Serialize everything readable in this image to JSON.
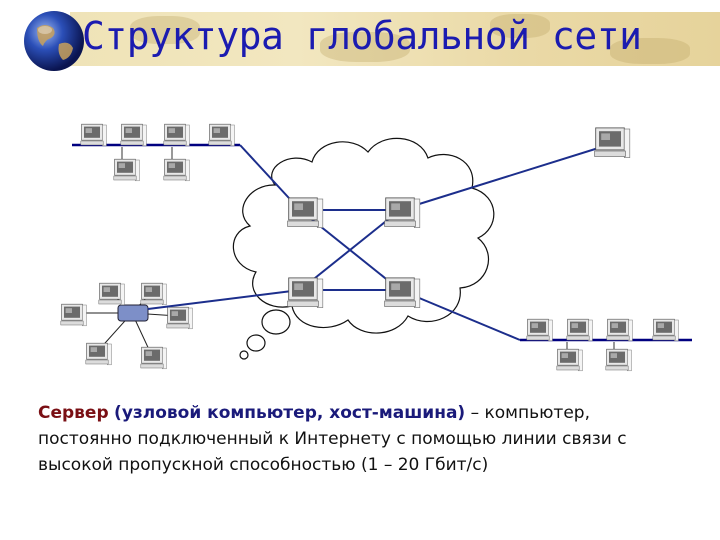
{
  "slide": {
    "title": "Структура глобальной сети"
  },
  "caption": {
    "term": "Сервер",
    "aside": "(узловой компьютер, хост-машина)",
    "text": " – компьютер, постоянно подключенный к Интернету с помощью линии связи с высокой пропускной способностью (1 – 20 Гбит/с)"
  },
  "diagram": {
    "icons": [
      "globe-icon",
      "computer-icon",
      "hub-icon",
      "cloud-icon"
    ],
    "colors": {
      "title": "#1b1bb0",
      "link": "#1c2e8c",
      "bus": "#000080",
      "term": "#7a0f14"
    }
  }
}
